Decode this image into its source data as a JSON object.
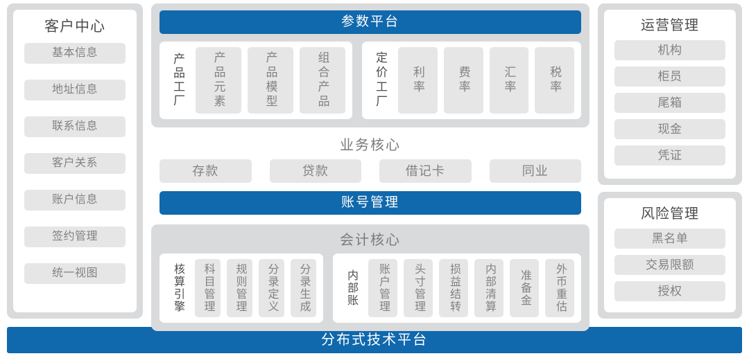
{
  "colors": {
    "accent_blue": "#1068ad",
    "frame_gray": "#d9dadb",
    "pill_gray": "#e6e6e6",
    "pill_text": "#828282",
    "title_text": "#4d4d4d",
    "section_title_text": "#7a7a7a",
    "card_white": "#ffffff"
  },
  "customer_center": {
    "title": "客户中心",
    "items": [
      {
        "label": "基本信息"
      },
      {
        "label": "地址信息"
      },
      {
        "label": "联系信息"
      },
      {
        "label": "客户关系"
      },
      {
        "label": "账户信息"
      },
      {
        "label": "签约管理"
      },
      {
        "label": "统一视图"
      }
    ]
  },
  "parameter_platform": {
    "header": "参数平台",
    "groups": [
      {
        "name": "product-factory-group",
        "label": "产品工厂",
        "items": [
          {
            "label": "产品元素"
          },
          {
            "label": "产品模型"
          },
          {
            "label": "组合产品"
          }
        ]
      },
      {
        "name": "pricing-factory-group",
        "label": "定价工厂",
        "items": [
          {
            "label": "利率"
          },
          {
            "label": "费率"
          },
          {
            "label": "汇率"
          },
          {
            "label": "税率"
          }
        ]
      }
    ]
  },
  "business_core": {
    "title": "业务核心",
    "items": [
      {
        "label": "存款"
      },
      {
        "label": "贷款"
      },
      {
        "label": "借记卡"
      },
      {
        "label": "同业"
      }
    ],
    "account_bar": "账号管理"
  },
  "accounting_core": {
    "title": "会计核心",
    "groups": [
      {
        "name": "accounting-engine-group",
        "label": "核算引擎",
        "items": [
          {
            "label": "科目管理"
          },
          {
            "label": "规则管理"
          },
          {
            "label": "分录定义"
          },
          {
            "label": "分录生成"
          }
        ]
      },
      {
        "name": "internal-account-group",
        "label": "内部账",
        "items": [
          {
            "label": "账户管理"
          },
          {
            "label": "头寸管理"
          },
          {
            "label": "损益结转"
          },
          {
            "label": "内部清算"
          },
          {
            "label": "准备金"
          },
          {
            "label": "外币重估"
          }
        ]
      }
    ]
  },
  "operations_management": {
    "title": "运营管理",
    "items": [
      {
        "label": "机构"
      },
      {
        "label": "柜员"
      },
      {
        "label": "尾箱"
      },
      {
        "label": "现金"
      },
      {
        "label": "凭证"
      }
    ]
  },
  "risk_management": {
    "title": "风险管理",
    "items": [
      {
        "label": "黑名单"
      },
      {
        "label": "交易限额"
      },
      {
        "label": "授权"
      }
    ]
  },
  "foundation": {
    "label": "分布式技术平台"
  }
}
